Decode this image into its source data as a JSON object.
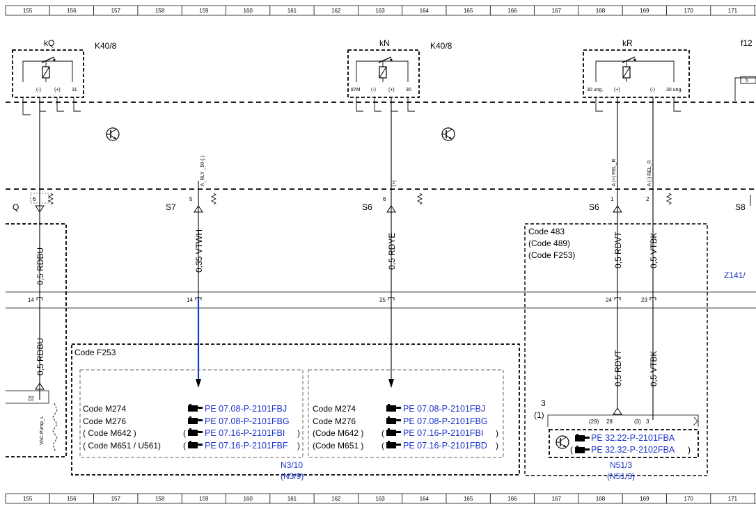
{
  "ruler_numbers": [
    "155",
    "156",
    "157",
    "158",
    "159",
    "160",
    "161",
    "162",
    "163",
    "164",
    "165",
    "166",
    "167",
    "168",
    "169",
    "170",
    "171"
  ],
  "relays": {
    "kq": {
      "name": "kQ",
      "part": "K40/8",
      "pins": [
        "(-)",
        "(+)",
        "31"
      ]
    },
    "kn": {
      "name": "kN",
      "part": "K40/8",
      "pins": [
        "87M",
        "(-)",
        "(+)",
        "30"
      ]
    },
    "kr": {
      "name": "kR",
      "pins": [
        "30 ung.",
        "(+)",
        "(-)",
        "30 ung."
      ]
    },
    "f12_label": "f12",
    "f12_pin": "5"
  },
  "connector_letters": {
    "q": "Q",
    "s7": "S7",
    "s6a": "S6",
    "s6b": "S6",
    "s8": "S8"
  },
  "connector_pins": {
    "q": "6",
    "s7": "5",
    "s6a": "6",
    "s6b_1": "1",
    "s6b_2": "2"
  },
  "signal_labels": {
    "s7": "A_RLY _50 (-)",
    "s6a": "(+)",
    "s6b_1": "A (+) REL_R",
    "s6b_2": "A (-) REL_R"
  },
  "wires": {
    "w1": "0,5 RDBU",
    "w2": "0,35 VTWH",
    "w3": "0,5 RDYE",
    "w4": "0,5 RDVT",
    "w5": "0,5 VTBK",
    "w6": "0,5 RDBU",
    "w7": "0,5 RDVT",
    "w8": "0,5 VTBK"
  },
  "splice_pins": {
    "p1": "14",
    "p2": "14",
    "p3": "25",
    "p4": "24",
    "p5": "23"
  },
  "box_f253": {
    "title": "Code F253",
    "left_rows": [
      {
        "code": "Code M274",
        "ref": "PE 07.08-P-2101FBJ"
      },
      {
        "code": "Code M276",
        "ref": "PE 07.08-P-2101FBG"
      },
      {
        "code": "( Code M642 )",
        "ref": "PE 07.16-P-2101FBI"
      },
      {
        "code": "( Code M651 / U561)",
        "ref": "PE 07.16-P-2101FBF"
      }
    ],
    "right_rows": [
      {
        "code": "Code M274",
        "ref": "PE 07.08-P-2101FBJ"
      },
      {
        "code": "Code M276",
        "ref": "PE 07.08-P-2101FBG"
      },
      {
        "code": "(Code M642 )",
        "ref": "PE 07.16-P-2101FBI"
      },
      {
        "code": "(Code M651 )",
        "ref": "PE 07.16-P-2101FBD"
      }
    ],
    "component": "N3/10",
    "component_alt": "(N3/9)"
  },
  "box_483": {
    "codes": [
      "Code 483",
      "(Code 489)",
      "(Code F253)"
    ],
    "z_label": "Z141/",
    "conn_num": "3",
    "conn_num_alt": "(1)",
    "pins": [
      "(29)",
      "28",
      "(3)",
      "3"
    ],
    "refs": [
      "PE 32.22-P-2101FBA",
      "PE 32.32-P-2102FBA"
    ],
    "component": "N51/3",
    "component_alt": "(N51/3)"
  },
  "left_box": {
    "pin": "22",
    "signal": "VAC Pump_L"
  },
  "colors": {
    "wire_highlight": "#0a3fd0",
    "reference_text": "#1a33cc",
    "line": "#000000"
  }
}
